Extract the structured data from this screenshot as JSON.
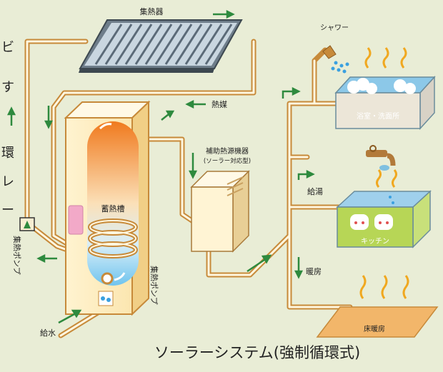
{
  "title": "ソーラーシステム(強制循環式)",
  "labels": {
    "collector": "集熱器",
    "heat_medium": "熱媒",
    "shower": "シャワー",
    "bathroom": "浴室・洗面所",
    "aux_heater": "補助熱源機器",
    "aux_heater_sub": "(ソーラー対応型)",
    "storage_tank": "蓄熱槽",
    "hot_water_supply": "給湯",
    "kitchen": "キッチン",
    "heating": "暖房",
    "floor_heating": "床暖房",
    "water_supply": "給水",
    "pump_left": "集熱ポンプ",
    "pump_right": "集熱ポンプ"
  },
  "left_side_text": [
    "ビ",
    "す",
    "環",
    "レ",
    "ー"
  ],
  "colors": {
    "pipe": "#c78a3a",
    "pipe_inner": "#fff7e0",
    "arrow": "#2e8a3e",
    "tank_top": "#f08a2a",
    "tank_bottom": "#8fd0f0",
    "bath": "#8cc8e8",
    "kitchen_green": "#b7d656",
    "floor": "#f2b66a"
  }
}
